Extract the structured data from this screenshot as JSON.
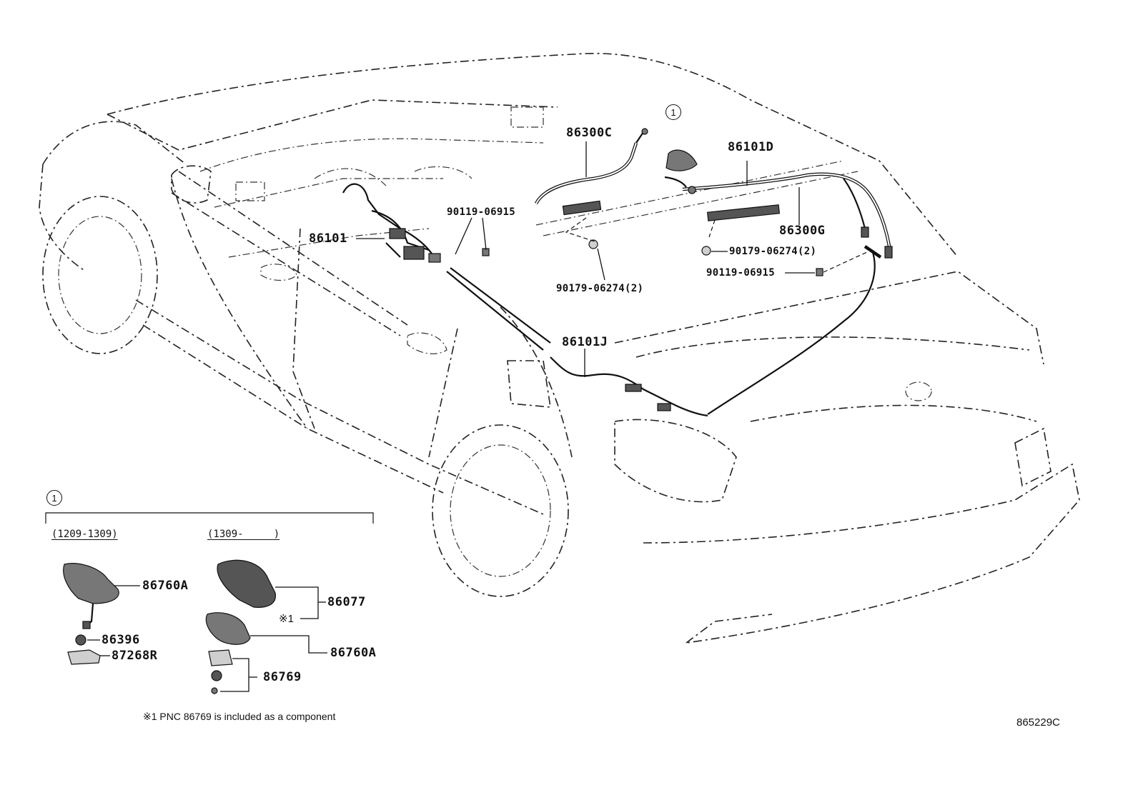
{
  "callout_marker": "1",
  "labels": {
    "p_86300C": "86300C",
    "p_86101D": "86101D",
    "p_86101": "86101",
    "p_90119_left": "90119-06915",
    "p_86300G": "86300G",
    "p_90179_right": "90179-06274(2)",
    "p_90119_right": "90119-06915",
    "p_90179_center": "90179-06274(2)",
    "p_86101J": "86101J"
  },
  "inset": {
    "marker": "1",
    "left_range": "(1209-1309)",
    "right_range": "(1309-     )",
    "left_parts": {
      "antenna": "86760A",
      "nut": "86396",
      "connector": "87268R"
    },
    "right_parts": {
      "cover": "86077",
      "ref_mark": "※1",
      "antenna": "86760A",
      "pad_kit": "86769"
    },
    "footnote": "※1 PNC 86769 is included as a component"
  },
  "diagram_code": "865229C"
}
